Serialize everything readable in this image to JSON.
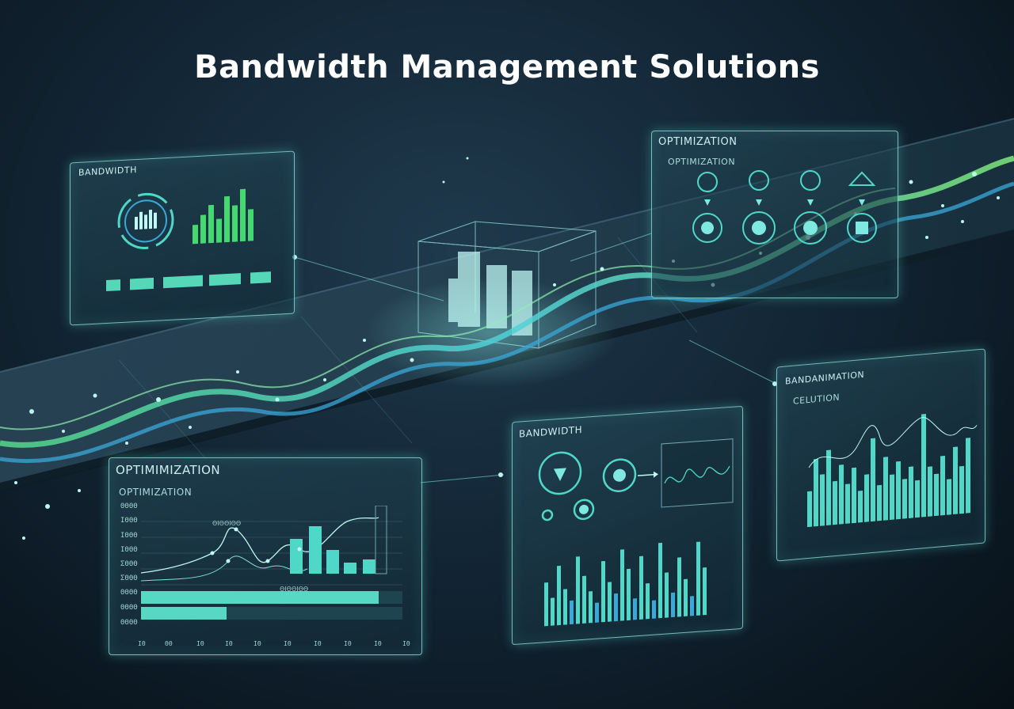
{
  "title": "Bandwidth Management Solutions",
  "panels": {
    "bandwidth_top": {
      "label": "BANDWIDTH"
    },
    "optimization_top": {
      "label": "OPTIMIZATION",
      "sublabel": "OPTIMIZATION"
    },
    "optimization_bottom": {
      "label": "OPTIMIMIZATION",
      "sublabel": "OPTIMIZATION",
      "y_ticks": [
        "ΘΘΘΘ",
        "ΙΘΘΘ",
        "ΙΘΘΘ",
        "ΙΘΘΘ",
        "ΣΘΘΘ",
        "ΣΘΘΘ",
        "ΘΘΘΘ",
        "ΘΘΘΘ",
        "ΘΘΘΘ"
      ],
      "x_ticks": [
        "ΙΘ",
        "ΘΘ",
        "ΙΘ",
        "ΙΘ",
        "ΙΘ",
        "ΙΘ",
        "ΙΘ",
        "ΙΘ",
        "ΙΘ",
        "ΙΘ"
      ],
      "annotation_top": "ΘΙΘΘΙΘΘ",
      "annotation_bottom": "ΘΙΘΘΙΘΘ"
    },
    "bandwidth_mid": {
      "label": "BANDWIDTH"
    },
    "bandwidth_right": {
      "label": "BANDANIMATION",
      "sublabel": "CELUTION"
    }
  },
  "colors": {
    "accent_teal": "#4fd8c8",
    "accent_green": "#5ee08a",
    "accent_blue": "#3aa8d8",
    "panel_border": "#96ebe6"
  },
  "icons": [
    "bar-gauge-icon",
    "optimization-node-icon",
    "router-icon",
    "arrow-down-icon",
    "chart-icon"
  ]
}
